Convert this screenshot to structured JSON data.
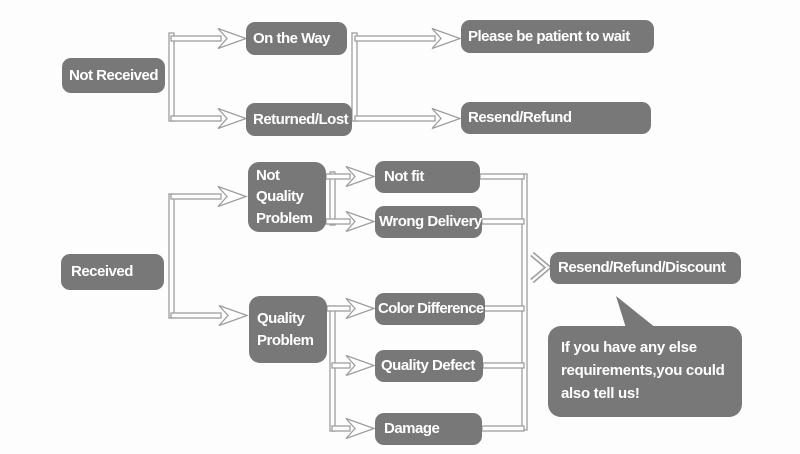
{
  "colors": {
    "box": "#787878",
    "line": "#9e9e9e",
    "text": "#ffffff",
    "bg": "#fdfdfd"
  },
  "nodes": {
    "not_received": "Not Received",
    "on_the_way": "On the Way",
    "returned_lost": "Returned/Lost",
    "please_wait": "Please be patient to wait",
    "resend_refund": "Resend/Refund",
    "received": "Received",
    "not_quality_problem": "Not Quality Problem",
    "quality_problem": "Quality Problem",
    "not_fit": "Not fit",
    "wrong_delivery": "Wrong Delivery",
    "color_difference": "Color Difference",
    "quality_defect": "Quality Defect",
    "damage": "Damage",
    "resend_refund_discount": "Resend/Refund/Discount"
  },
  "bubble": {
    "lines": [
      "If you have any else",
      "requirements,you could",
      "also tell us!"
    ]
  },
  "edges": [
    [
      "not_received",
      "on_the_way"
    ],
    [
      "not_received",
      "returned_lost"
    ],
    [
      "on_the_way",
      "please_wait"
    ],
    [
      "returned_lost",
      "resend_refund"
    ],
    [
      "received",
      "not_quality_problem"
    ],
    [
      "received",
      "quality_problem"
    ],
    [
      "not_quality_problem",
      "not_fit"
    ],
    [
      "not_quality_problem",
      "wrong_delivery"
    ],
    [
      "quality_problem",
      "color_difference"
    ],
    [
      "quality_problem",
      "quality_defect"
    ],
    [
      "quality_problem",
      "damage"
    ],
    [
      "not_fit",
      "resend_refund_discount"
    ],
    [
      "wrong_delivery",
      "resend_refund_discount"
    ],
    [
      "color_difference",
      "resend_refund_discount"
    ],
    [
      "quality_defect",
      "resend_refund_discount"
    ],
    [
      "damage",
      "resend_refund_discount"
    ]
  ]
}
